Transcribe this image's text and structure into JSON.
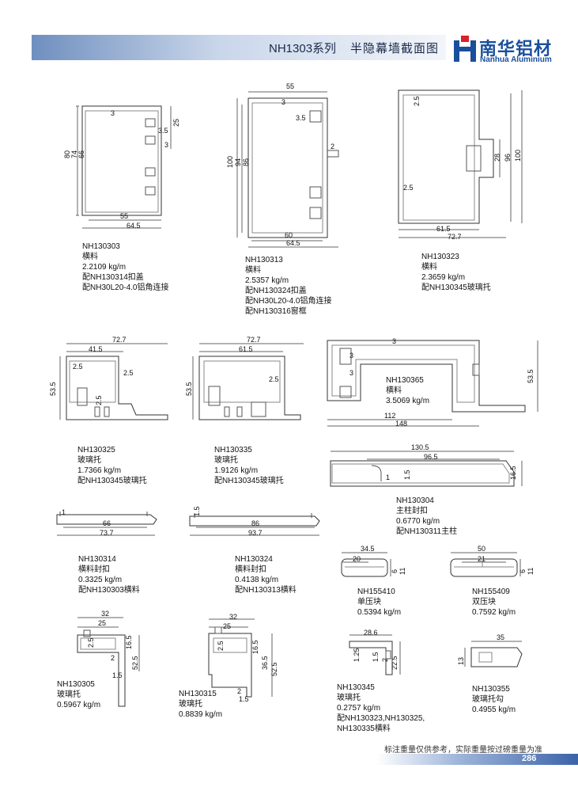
{
  "header": {
    "series": "NH1303系列",
    "title": "半隐幕墙截面图"
  },
  "logo": {
    "name_cn": "南华铝材",
    "name_en": "Nanhua Aluminium"
  },
  "profiles": [
    {
      "code": "NH130303",
      "lines": [
        "横料",
        "2.2109 kg/m",
        "配NH130314扣盖",
        "配NH30L20-4.0铝角连接"
      ]
    },
    {
      "code": "NH130313",
      "lines": [
        "横料",
        "2.5357 kg/m",
        "配NH130324扣盖",
        "配NH30L20-4.0铝角连接",
        "配NH130316窗框"
      ]
    },
    {
      "code": "NH130323",
      "lines": [
        "横料",
        "2.3659 kg/m",
        "配NH130345玻璃托"
      ]
    },
    {
      "code": "NH130325",
      "lines": [
        "玻璃托",
        "1.7366 kg/m",
        "配NH130345玻璃托"
      ]
    },
    {
      "code": "NH130335",
      "lines": [
        "玻璃托",
        "1.9126 kg/m",
        "配NH130345玻璃托"
      ]
    },
    {
      "code": "NH130365",
      "lines": [
        "横料",
        "3.5069 kg/m"
      ]
    },
    {
      "code": "NH130304",
      "lines": [
        "主柱封扣",
        "0.6770 kg/m",
        "配NH130311主柱"
      ]
    },
    {
      "code": "NH130314",
      "lines": [
        "横料封扣",
        "0.3325 kg/m",
        "配NH130303横料"
      ]
    },
    {
      "code": "NH130324",
      "lines": [
        "横料封扣",
        "0.4138 kg/m",
        "配NH130313横料"
      ]
    },
    {
      "code": "NH155410",
      "lines": [
        "单压块",
        "0.5394 kg/m"
      ]
    },
    {
      "code": "NH155409",
      "lines": [
        "双压块",
        "0.7592 kg/m"
      ]
    },
    {
      "code": "NH130305",
      "lines": [
        "玻璃托",
        "0.5967 kg/m"
      ]
    },
    {
      "code": "NH130315",
      "lines": [
        "玻璃托",
        "0.8839 kg/m"
      ]
    },
    {
      "code": "NH130345",
      "lines": [
        "玻璃托",
        "0.2757 kg/m",
        "配NH130323,NH130325,",
        "NH130335横料"
      ]
    },
    {
      "code": "NH130355",
      "lines": [
        "玻璃托勾",
        "0.4955 kg/m"
      ]
    }
  ],
  "dims": {
    "p303": [
      "80",
      "74",
      "66",
      "3",
      "25",
      "3.5",
      "3",
      "55",
      "64.5"
    ],
    "p313": [
      "55",
      "3",
      "3.5",
      "100",
      "94",
      "86",
      "2",
      "60",
      "64.5"
    ],
    "p323": [
      "2.5",
      "28",
      "96",
      "100",
      "2.5",
      "61.5",
      "72.7"
    ],
    "p325": [
      "72.7",
      "41.5",
      "2.5",
      "2.5",
      "53.5",
      "2.5"
    ],
    "p335": [
      "72.7",
      "61.5",
      "2.5",
      "53.5"
    ],
    "p365": [
      "3",
      "3",
      "3",
      "53.5",
      "112",
      "148"
    ],
    "p304": [
      "130.5",
      "96.5",
      "1",
      "1.5",
      "16.5"
    ],
    "p314": [
      "1",
      "66",
      "73.7"
    ],
    "p324": [
      "1.5",
      "86",
      "93.7"
    ],
    "p410": [
      "34.5",
      "20",
      "6",
      "11"
    ],
    "p409": [
      "50",
      "21",
      "6",
      "11"
    ],
    "p305": [
      "32",
      "25",
      "2.5",
      "16.5",
      "2",
      "52.5",
      "1.5"
    ],
    "p315": [
      "32",
      "25",
      "2.5",
      "16.5",
      "36.5",
      "52.5",
      "2",
      "1.5"
    ],
    "p345": [
      "28.6",
      "1.25",
      "1.5",
      "2",
      "22.5"
    ],
    "p355": [
      "35",
      "13"
    ]
  },
  "footer": {
    "note": "标注重量仅供参考，实际重量按过磅重量为准",
    "page": "286"
  },
  "colors": {
    "brand_blue": "#1a4f9c",
    "logo_red": "#d8232a",
    "line": "#333333"
  }
}
